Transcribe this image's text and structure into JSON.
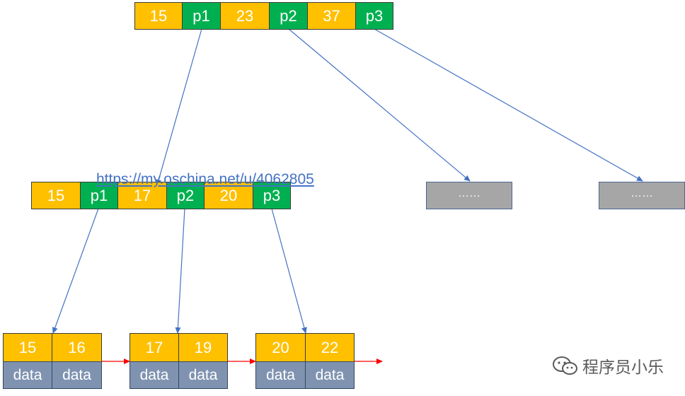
{
  "root": {
    "cells": [
      {
        "text": "15",
        "kind": "key"
      },
      {
        "text": "p1",
        "kind": "ptr"
      },
      {
        "text": "23",
        "kind": "key"
      },
      {
        "text": "p2",
        "kind": "ptr"
      },
      {
        "text": "37",
        "kind": "key"
      },
      {
        "text": "p3",
        "kind": "ptr"
      }
    ]
  },
  "internal": {
    "cells": [
      {
        "text": "15",
        "kind": "key"
      },
      {
        "text": "p1",
        "kind": "ptr"
      },
      {
        "text": "17",
        "kind": "key"
      },
      {
        "text": "p2",
        "kind": "ptr"
      },
      {
        "text": "20",
        "kind": "key"
      },
      {
        "text": "p3",
        "kind": "ptr"
      }
    ]
  },
  "placeholders": [
    "……",
    "……"
  ],
  "leaves": [
    {
      "keys": [
        "15",
        "16"
      ],
      "data": [
        "data",
        "data"
      ]
    },
    {
      "keys": [
        "17",
        "19"
      ],
      "data": [
        "data",
        "data"
      ]
    },
    {
      "keys": [
        "20",
        "22"
      ],
      "data": [
        "data",
        "data"
      ]
    }
  ],
  "url_text": "https://my.oschina.net/u/4062805",
  "watermark_text": "程序员小乐",
  "colors": {
    "key": "#ffc000",
    "pointer": "#00b050",
    "data": "#7f93b1",
    "placeholder": "#a6a6a6",
    "link_arrow": "#4472c4",
    "leaf_chain_arrow": "#ff0000"
  }
}
